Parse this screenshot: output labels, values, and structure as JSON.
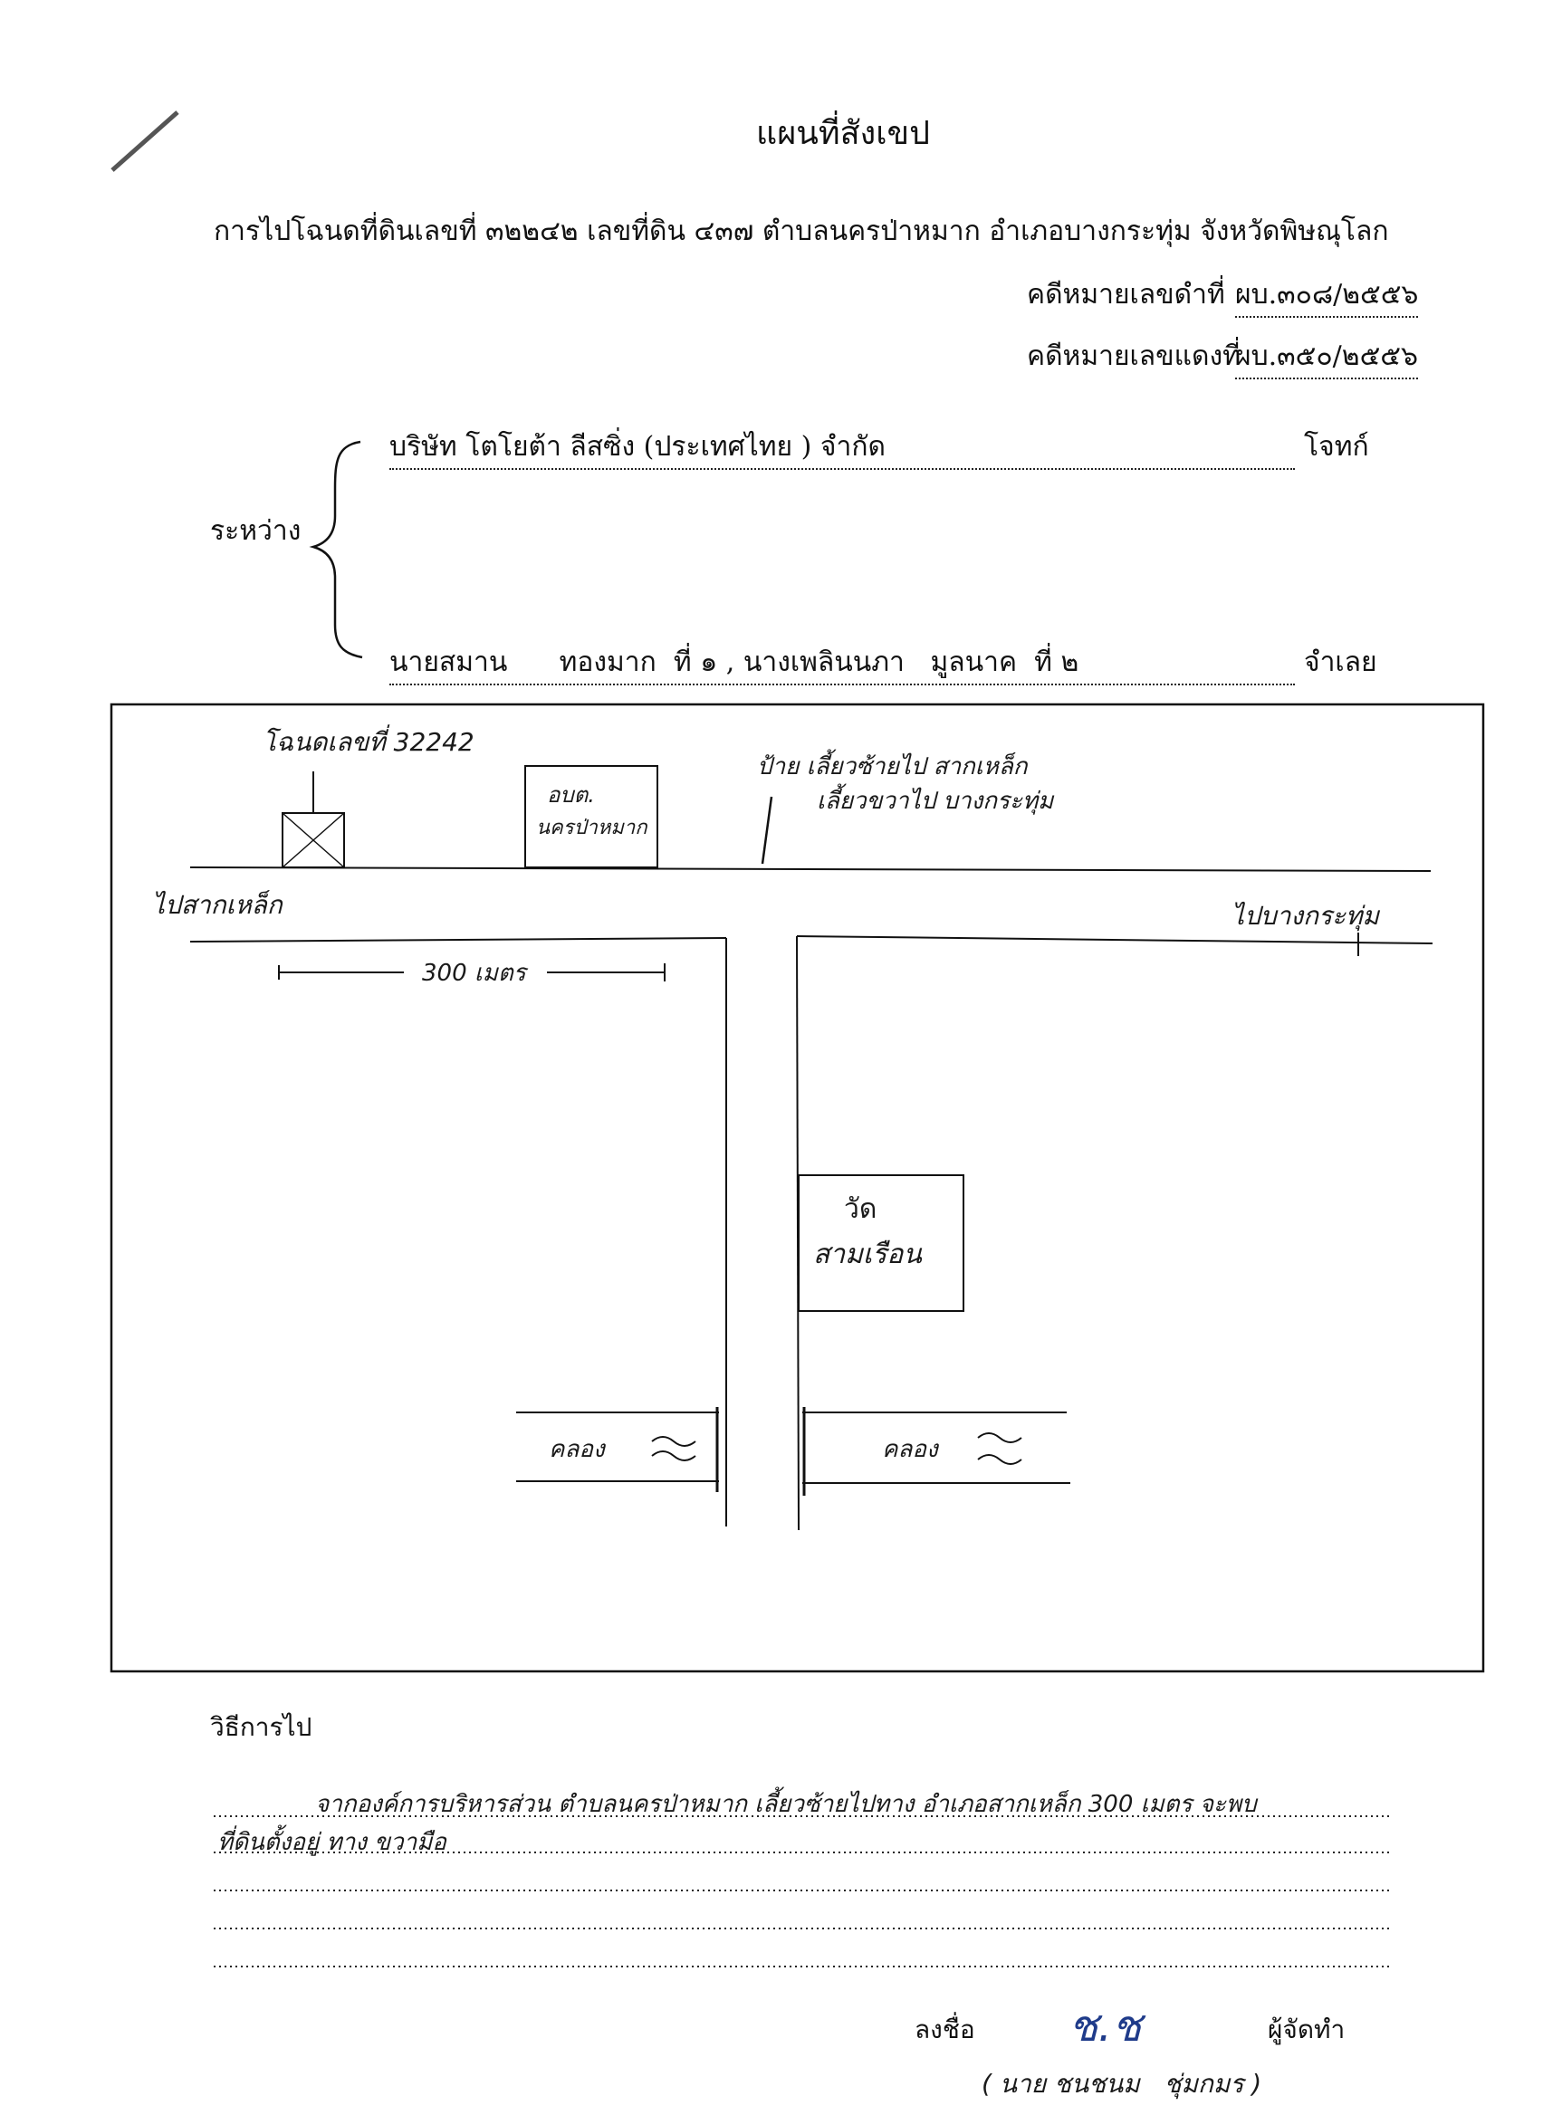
{
  "title": "แผนที่สังเขป",
  "header": {
    "route_line": "การไปโฉนดที่ดินเลขที่ ๓๒๒๔๒ เลขที่ดิน ๔๓๗ ตำบลนครป่าหมาก อำเภอบางกระทุ่ม จังหวัดพิษณุโลก",
    "black_case_label": "คดีหมายเลขดำที่",
    "black_case_no": "ผบ.๓๐๘/๒๕๕๖",
    "red_case_label": "คดีหมายเลขแดงที่",
    "red_case_no": "ผบ.๓๕๐/๒๕๕๖"
  },
  "parties": {
    "between_label": "ระหว่าง",
    "plaintiff_name": "บริษัท โตโยต้า ลีสซิ่ง (ประเทศไทย ) จำกัด",
    "plaintiff_role": "โจทก์",
    "defendant_name": "นายสมาน      ทองมาก  ที่ ๑ , นางเพลินนภา   มูลนาค  ที่ ๒",
    "defendant_role": "จำเลย"
  },
  "map": {
    "deed_label": "โฉนดเลขที่ 32242",
    "office_label_1": "อบต.",
    "office_label_2": "นครป่าหมาก",
    "sign_label_1": "ป้าย เลี้ยวซ้ายไป สากเหล็ก",
    "sign_label_2": "เลี้ยวขวาไป บางกระทุ่ม",
    "left_road_label": "ไปสากเหล็ก",
    "right_road_label": "ไปบางกระทุ่ม",
    "distance_label": "300 เมตร",
    "temple_label_1": "วัด",
    "temple_label_2": "สามเรือน",
    "canal_label_left": "คลอง",
    "canal_label_right": "คลอง"
  },
  "directions": {
    "heading": "วิธีการไป",
    "line_1": "จากองค์การบริหารส่วน ตำบลนครป่าหมาก เลี้ยวซ้ายไปทาง อำเภอสากเหล็ก 300 เมตร จะพบ",
    "line_2": "ที่ดินตั้งอยู่ ทาง ขวามือ"
  },
  "signature": {
    "sign_label": "ลงชื่อ",
    "initials": "ช.ช",
    "role": "ผู้จัดทำ",
    "printed_name": "( นาย ชนชนม   ชุ่มกมร )"
  }
}
